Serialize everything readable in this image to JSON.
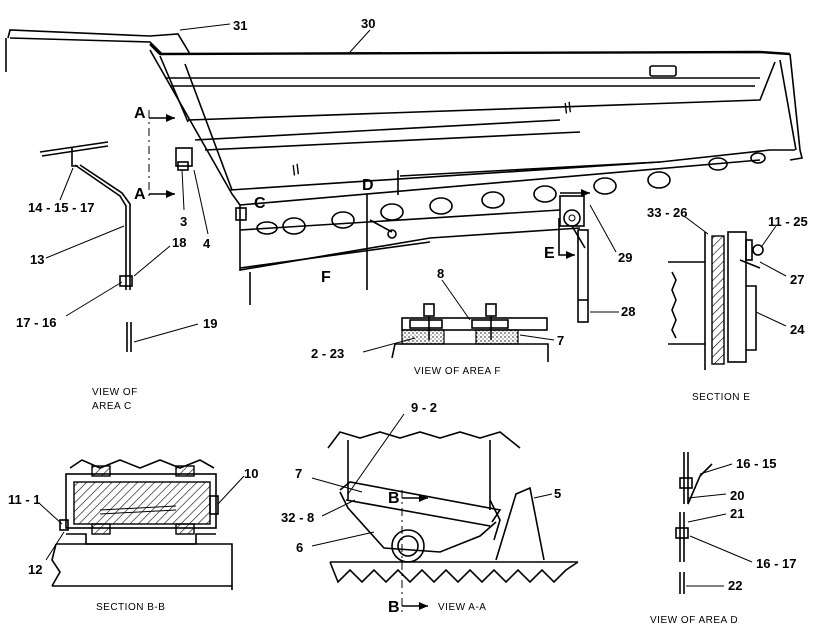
{
  "callouts": {
    "c31": "31",
    "c30": "30",
    "c3": "3",
    "c4": "4",
    "c14_15_17": "14 - 15 - 17",
    "c13": "13",
    "c18": "18",
    "c17_16": "17 - 16",
    "c19": "19",
    "c8": "8",
    "c2_23": "2 - 23",
    "c7_areaF": "7",
    "c29": "29",
    "c28": "28",
    "c33_26": "33 - 26",
    "c11_25": "11 - 25",
    "c27": "27",
    "c24": "24",
    "c9_2": "9 - 2",
    "c7_va": "7",
    "c32_8": "32 - 8",
    "c6": "6",
    "c5": "5",
    "c10": "10",
    "c11_1": "11 - 1",
    "c12": "12",
    "c16_15": "16 - 15",
    "c20": "20",
    "c21": "21",
    "c16_17": "16 - 17",
    "c22": "22"
  },
  "section_letters": {
    "A_top": "A",
    "A_bottom": "A",
    "C": "C",
    "D": "D",
    "E": "E",
    "F": "F",
    "B_top": "B",
    "B_bottom": "B",
    "roman_1": "II",
    "roman_2": "II"
  },
  "captions": {
    "view_area_c_1": "VIEW OF",
    "view_area_c_2": "AREA C",
    "view_area_f": "VIEW OF AREA F",
    "section_e": "SECTION E",
    "section_bb": "SECTION B-B",
    "view_aa": "VIEW A-A",
    "view_area_d": "VIEW OF AREA D"
  }
}
